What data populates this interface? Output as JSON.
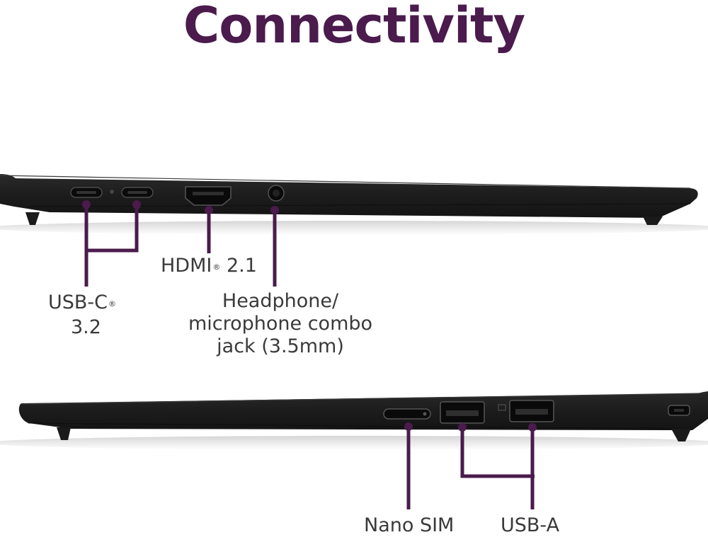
{
  "title": "Connectivity",
  "colors": {
    "accent": "#4a1b4c",
    "laptop_body": "#1f1f1f",
    "label_text": "#3a3a3a"
  },
  "left_side": {
    "ports": {
      "usb_c": {
        "label": "USB-C",
        "mark": "®",
        "version": "3.2"
      },
      "hdmi": {
        "label": "HDMI",
        "mark": "®",
        "version": "2.1"
      },
      "audio_jack": {
        "lines": [
          "Headphone/",
          "microphone combo",
          "jack (3.5mm)"
        ]
      }
    }
  },
  "right_side": {
    "ports": {
      "nano_sim": {
        "label": "Nano SIM"
      },
      "usb_a": {
        "label": "USB-A"
      }
    }
  }
}
